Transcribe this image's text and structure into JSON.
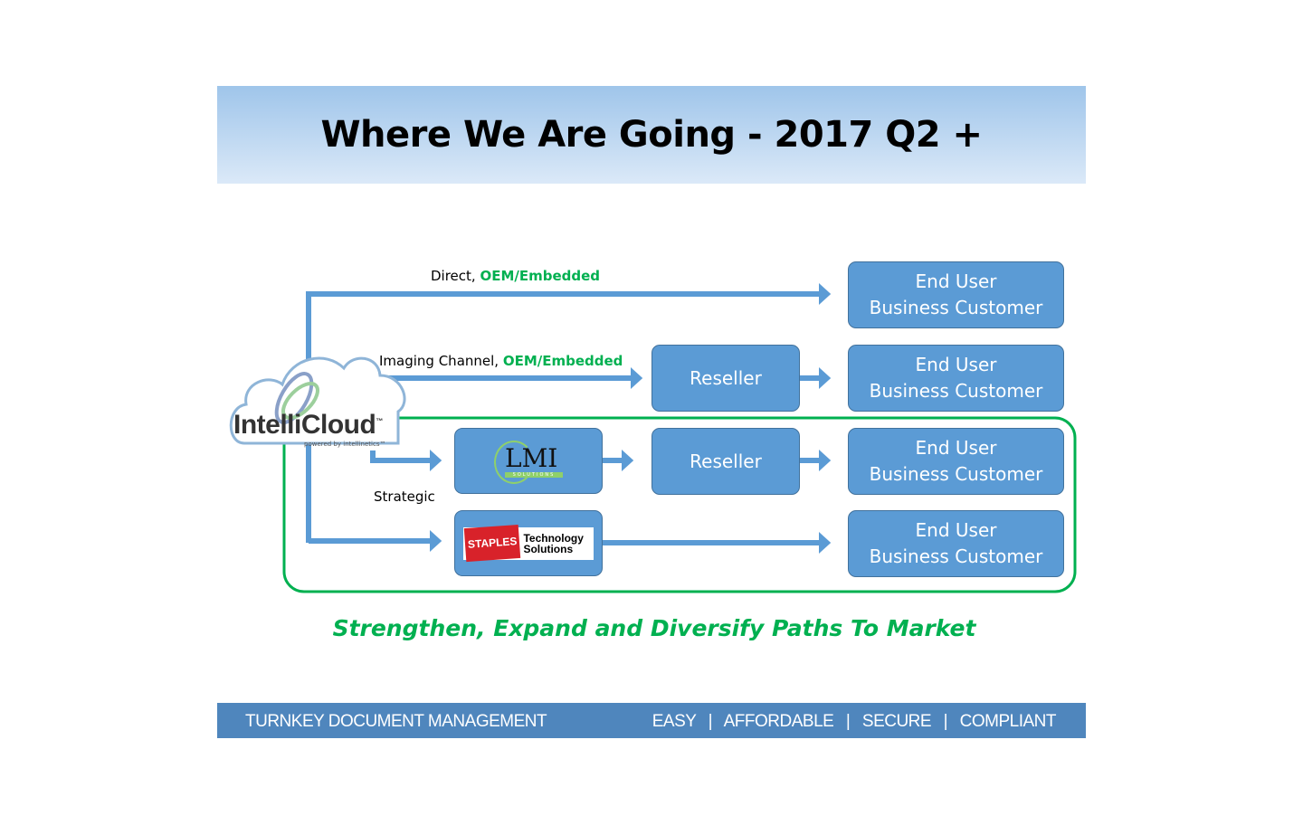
{
  "title": "Where We Are Going - 2017 Q2 +",
  "paths": {
    "direct": {
      "prefix": "Direct, ",
      "highlight": "OEM/Embedded"
    },
    "imaging": {
      "prefix": "Imaging Channel, ",
      "highlight": "OEM/Embedded"
    },
    "strategic": "Strategic"
  },
  "end_user": {
    "line1": "End User",
    "line2": "Business Customer"
  },
  "reseller": "Reseller",
  "logos": {
    "intellicloud": {
      "name": "IntelliCloud",
      "tm": "™",
      "sub": "powered by intellinetics™"
    },
    "lmi": {
      "name": "LMI",
      "sub": "SOLUTIONS"
    },
    "staples": {
      "brand": "STAPLES",
      "line1": "Technology",
      "line2": "Solutions"
    }
  },
  "tagline": "Strengthen, Expand and Diversify Paths To Market",
  "footer": {
    "left": "TURNKEY DOCUMENT MANAGEMENT",
    "right": [
      "EASY",
      "AFFORDABLE",
      "SECURE",
      "COMPLIANT"
    ],
    "sep": "|"
  },
  "colors": {
    "arrow": "#5b9bd5",
    "green": "#00b050",
    "footer": "#4f86bd"
  }
}
